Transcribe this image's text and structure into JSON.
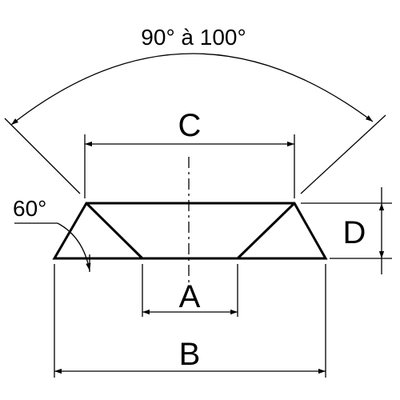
{
  "labels": {
    "angle_range": "90° à 100°",
    "angle_side": "60°",
    "dim_a": "A",
    "dim_b": "B",
    "dim_c": "C",
    "dim_d": "D"
  },
  "colors": {
    "line": "#000000",
    "background": "#ffffff"
  }
}
